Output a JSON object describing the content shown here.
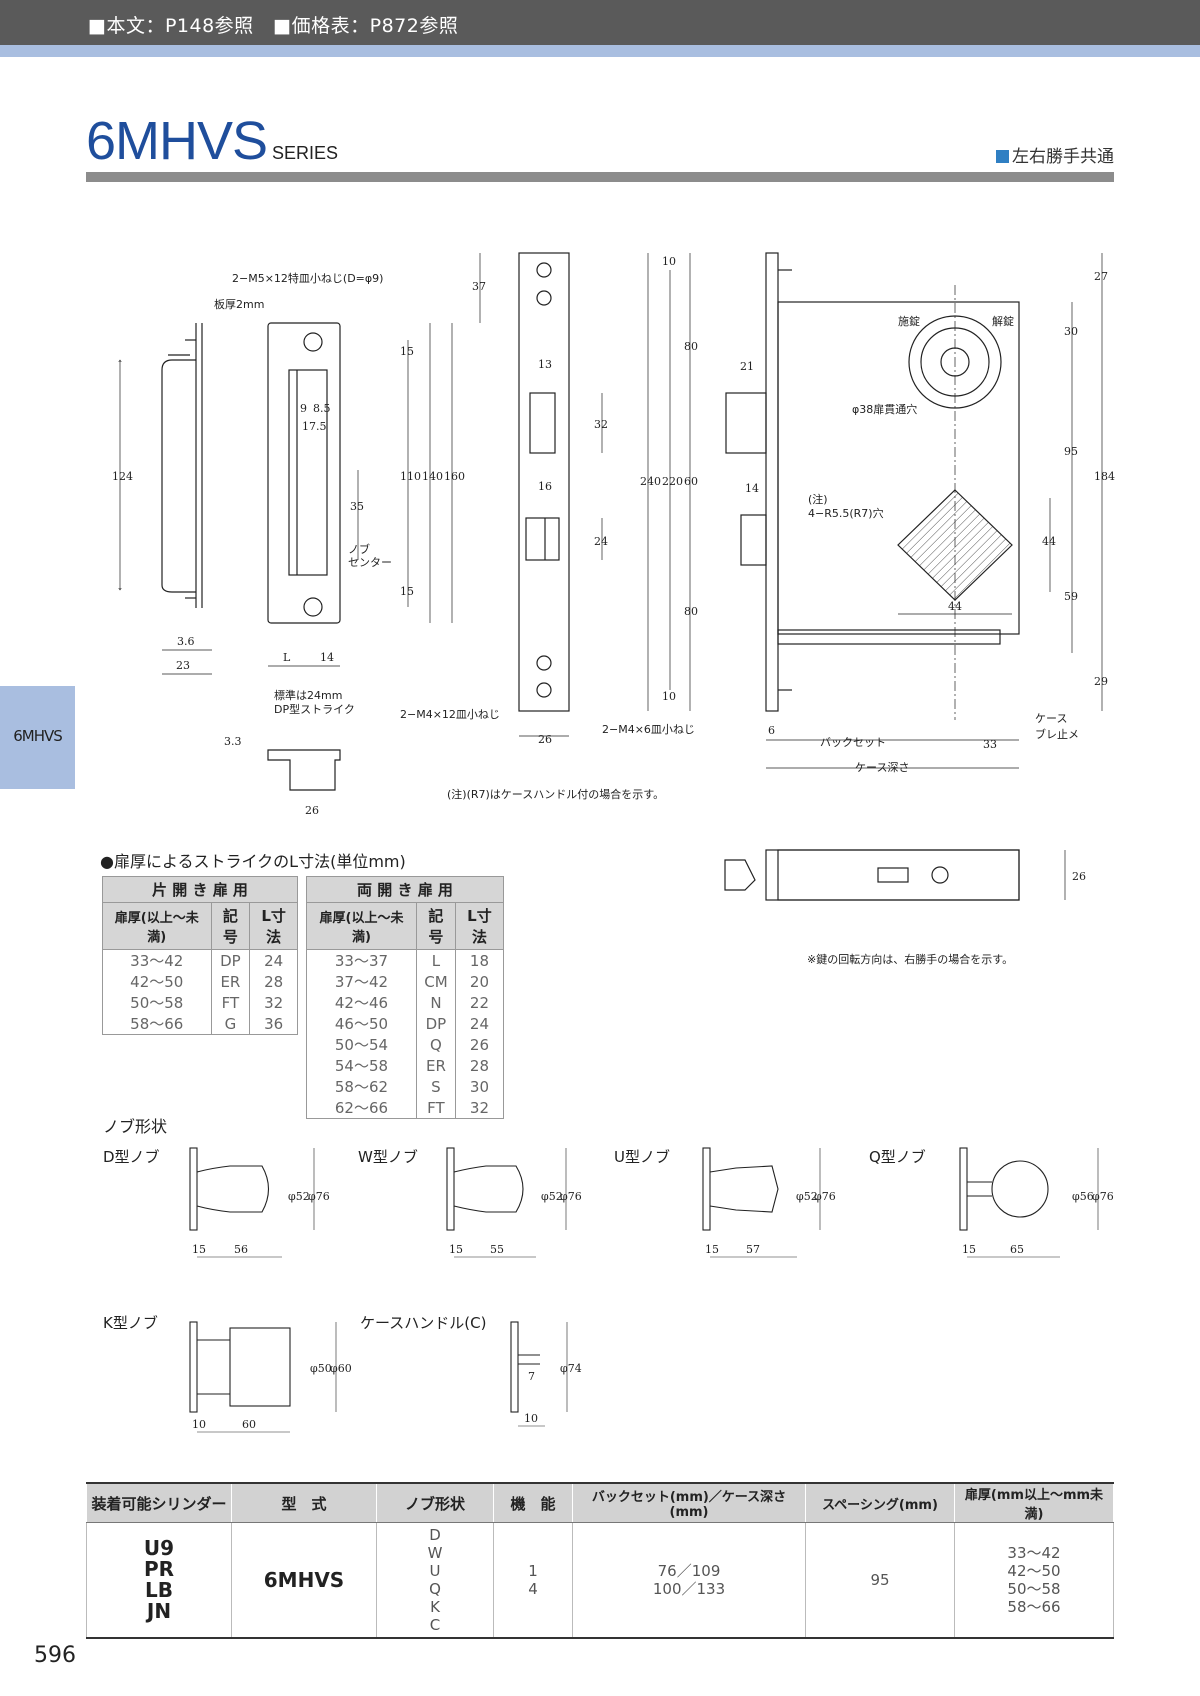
{
  "header": {
    "text": "■本文：P148参照　■価格表：P872参照"
  },
  "title": {
    "model": "6MHVS",
    "series": "SERIES",
    "note": "左右勝手共通"
  },
  "side_tab": {
    "label": "6MHVS"
  },
  "drawing": {
    "labels": {
      "screw_top": "2−M5×12特皿小ねじ(D=φ9)",
      "plate": "板厚2mm",
      "knob_center": [
        "ノブ",
        "センター"
      ],
      "standard": "標準は24mm",
      "dp_strike": "DP型ストライク",
      "screw_m4_12": "2−M4×12皿小ねじ",
      "screw_m4_6": "2−M4×6皿小ねじ",
      "lock": "施錠",
      "unlock": "解錠",
      "hole38": "φ38扉貫通穴",
      "note_r55": [
        "(注)",
        "4−R5.5(R7)穴"
      ],
      "case": [
        "ケース",
        "ブレ止メ"
      ],
      "backset": "バックセット",
      "case_depth": "ケース深さ",
      "note_r7": "(注)(R7)はケースハンドル付の場合を示す。",
      "rotation_note": "※鍵の回転方向は、右勝手の場合を示す。"
    },
    "dims": {
      "v124": "124",
      "h36": "3.6",
      "h23": "23",
      "hL": "L",
      "h14": "14",
      "v37": "37",
      "v15a": "15",
      "h9": "9",
      "h85": "8.5",
      "h175": "17.5",
      "v110": "110",
      "v140": "140",
      "v160": "160",
      "v35": "35",
      "v15b": "15",
      "v33": "3.3",
      "h26a": "26",
      "h13": "13",
      "v32": "32",
      "h16": "16",
      "v24": "24",
      "h26b": "26",
      "v10a": "10",
      "v80a": "80",
      "v240": "240",
      "v220": "220",
      "v60": "60",
      "v80b": "80",
      "v10b": "10",
      "h21": "21",
      "h14b": "14",
      "h6": "6",
      "h33": "33",
      "v27": "27",
      "v30": "30",
      "v95": "95",
      "v184": "184",
      "v44": "44",
      "h44": "44",
      "v59": "59",
      "v29": "29",
      "v26": "26"
    }
  },
  "strike_table": {
    "heading": "●扉厚によるストライクのL寸法(単位mm)",
    "single": {
      "title": "片 開 き 扉 用",
      "columns": [
        "扉厚(以上〜未満)",
        "記号",
        "L寸法"
      ],
      "rows": [
        [
          "33〜42",
          "DP",
          "24"
        ],
        [
          "42〜50",
          "ER",
          "28"
        ],
        [
          "50〜58",
          "FT",
          "32"
        ],
        [
          "58〜66",
          "G",
          "36"
        ]
      ]
    },
    "double": {
      "title": "両 開 き 扉 用",
      "columns": [
        "扉厚(以上〜未満)",
        "記号",
        "L寸法"
      ],
      "rows": [
        [
          "33〜37",
          "L",
          "18"
        ],
        [
          "37〜42",
          "CM",
          "20"
        ],
        [
          "42〜46",
          "N",
          "22"
        ],
        [
          "46〜50",
          "DP",
          "24"
        ],
        [
          "50〜54",
          "Q",
          "26"
        ],
        [
          "54〜58",
          "ER",
          "28"
        ],
        [
          "58〜62",
          "S",
          "30"
        ],
        [
          "62〜66",
          "FT",
          "32"
        ]
      ]
    }
  },
  "knobs": {
    "heading": "ノブ形状",
    "items": [
      {
        "label": "D型ノブ",
        "d_inner": "φ52",
        "d_outer": "φ76",
        "w1": "15",
        "w2": "56"
      },
      {
        "label": "W型ノブ",
        "d_inner": "φ52",
        "d_outer": "φ76",
        "w1": "15",
        "w2": "55"
      },
      {
        "label": "U型ノブ",
        "d_inner": "φ52",
        "d_outer": "φ76",
        "w1": "15",
        "w2": "57"
      },
      {
        "label": "Q型ノブ",
        "d_inner": "φ56",
        "d_outer": "φ76",
        "w1": "15",
        "w2": "65"
      },
      {
        "label": "K型ノブ",
        "d_inner": "φ50",
        "d_outer": "φ60",
        "w1": "10",
        "w2": "60"
      },
      {
        "label": "ケースハンドル(C)",
        "d_inner": "7",
        "d_outer": "φ74",
        "w1": "10",
        "w2": ""
      }
    ]
  },
  "spec_table": {
    "columns": [
      "装着可能シリンダー",
      "型　式",
      "ノブ形状",
      "機　能",
      "バックセット(mm)／ケース深さ(mm)",
      "スペーシング(mm)",
      "扉厚(mm以上〜mm未満)"
    ],
    "cylinders": [
      "U9",
      "PR",
      "LB",
      "JN"
    ],
    "model": "6MHVS",
    "knob_types": [
      "D",
      "W",
      "U",
      "Q",
      "K",
      "C"
    ],
    "functions": [
      "1",
      "4"
    ],
    "backset_depth": [
      "76／109",
      "100／133"
    ],
    "spacing": "95",
    "door_thickness": [
      "33〜42",
      "42〜50",
      "50〜58",
      "58〜66"
    ]
  },
  "page_number": "596"
}
